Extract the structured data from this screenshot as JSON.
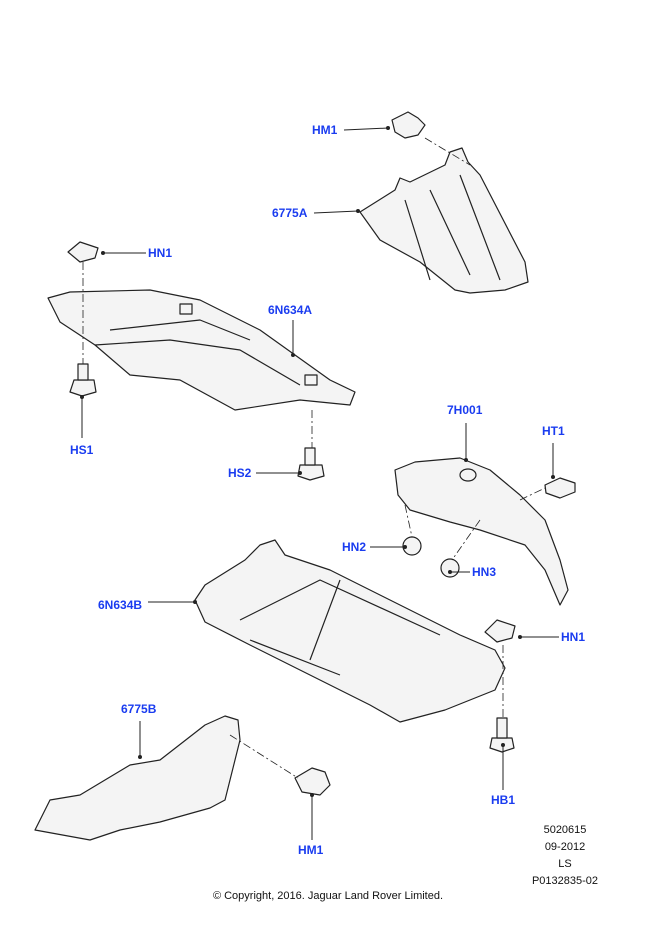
{
  "callouts": {
    "hm1_top": "HM1",
    "p6775a": "6775A",
    "hn1_left": "HN1",
    "p6n634a": "6N634A",
    "hs1": "HS1",
    "hs2": "HS2",
    "p7h001": "7H001",
    "ht1": "HT1",
    "hn2": "HN2",
    "hn3": "HN3",
    "p6n634b": "6N634B",
    "hn1_right": "HN1",
    "p6775b": "6775B",
    "hb1": "HB1",
    "hm1_bottom": "HM1"
  },
  "meta": {
    "number": "5020615",
    "date": "09-2012",
    "code": "LS",
    "ref": "P0132835-02"
  },
  "copyright": "© Copyright, 2016. Jaguar Land Rover Limited.",
  "colors": {
    "label": "#1a3cf0",
    "part_fill": "#f4f4f4",
    "part_stroke": "#222222"
  }
}
